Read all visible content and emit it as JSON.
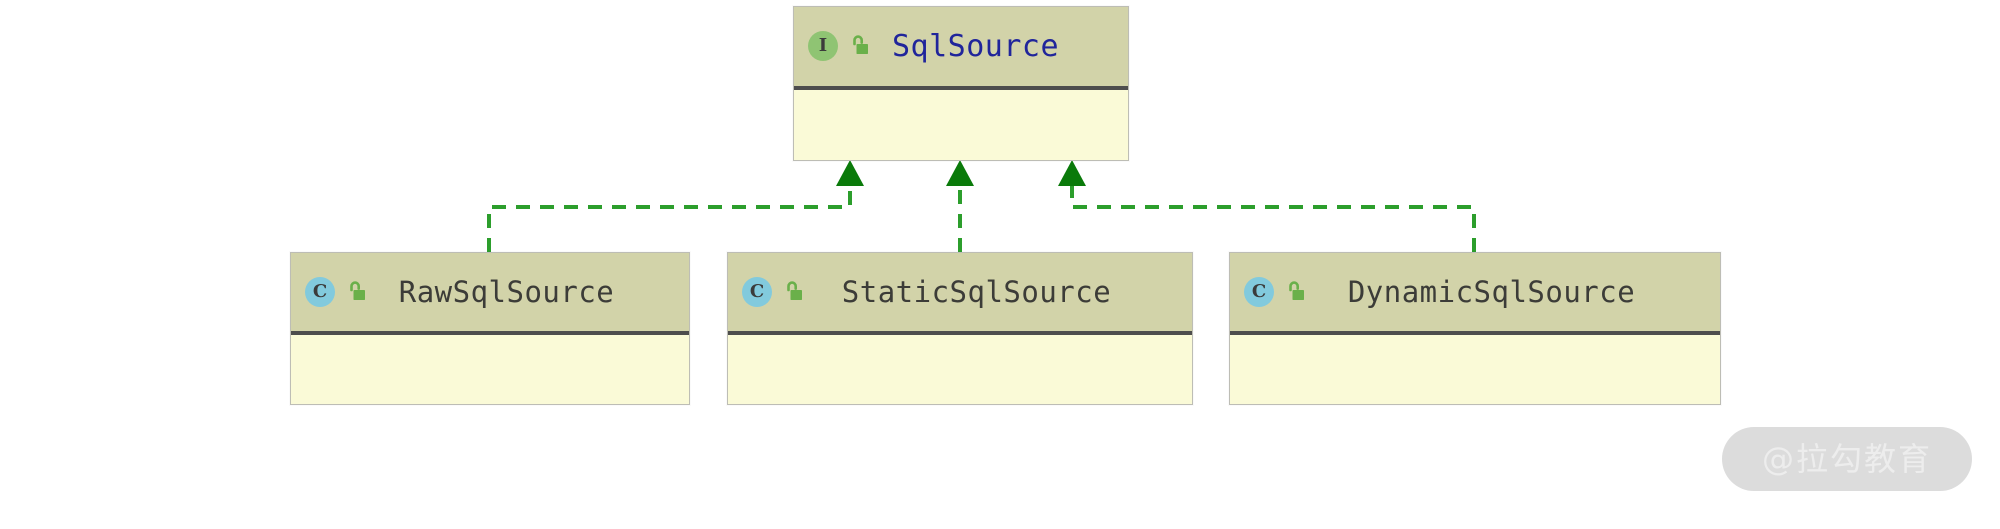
{
  "diagram": {
    "type": "uml-class-diagram",
    "background_color": "#ffffff",
    "palette": {
      "header_fill": "#d2d3a9",
      "body_fill": "#fafad7",
      "box_border": "#bdbdb5",
      "header_rule": "#4d4d4d",
      "interface_badge": "#8fc473",
      "class_badge": "#82cadd",
      "interface_title": "#20259b",
      "class_title": "#3c3c38",
      "lock_green": "#6ab04a",
      "connector_green": "#2c9e2c",
      "arrow_green": "#0a7a0a"
    },
    "interface": {
      "name": "SqlSource",
      "badge_letter": "I",
      "badge_kind": "interface",
      "lock_icon": "open-padlock-icon",
      "visibility": "public",
      "members": []
    },
    "classes": [
      {
        "name": "RawSqlSource",
        "badge_letter": "C",
        "badge_kind": "class",
        "lock_icon": "open-padlock-icon",
        "visibility": "public",
        "members": []
      },
      {
        "name": "StaticSqlSource",
        "badge_letter": "C",
        "badge_kind": "class",
        "lock_icon": "open-padlock-icon",
        "visibility": "public",
        "members": []
      },
      {
        "name": "DynamicSqlSource",
        "badge_letter": "C",
        "badge_kind": "class",
        "lock_icon": "open-padlock-icon",
        "visibility": "public",
        "members": []
      }
    ],
    "relationships": [
      {
        "from": "RawSqlSource",
        "to": "SqlSource",
        "kind": "realization",
        "line": "dashed",
        "arrowhead": "hollow-triangle-filled-green"
      },
      {
        "from": "StaticSqlSource",
        "to": "SqlSource",
        "kind": "realization",
        "line": "dashed",
        "arrowhead": "hollow-triangle-filled-green"
      },
      {
        "from": "DynamicSqlSource",
        "to": "SqlSource",
        "kind": "realization",
        "line": "dashed",
        "arrowhead": "hollow-triangle-filled-green"
      }
    ]
  },
  "watermark": {
    "text": "@拉勾教育"
  }
}
